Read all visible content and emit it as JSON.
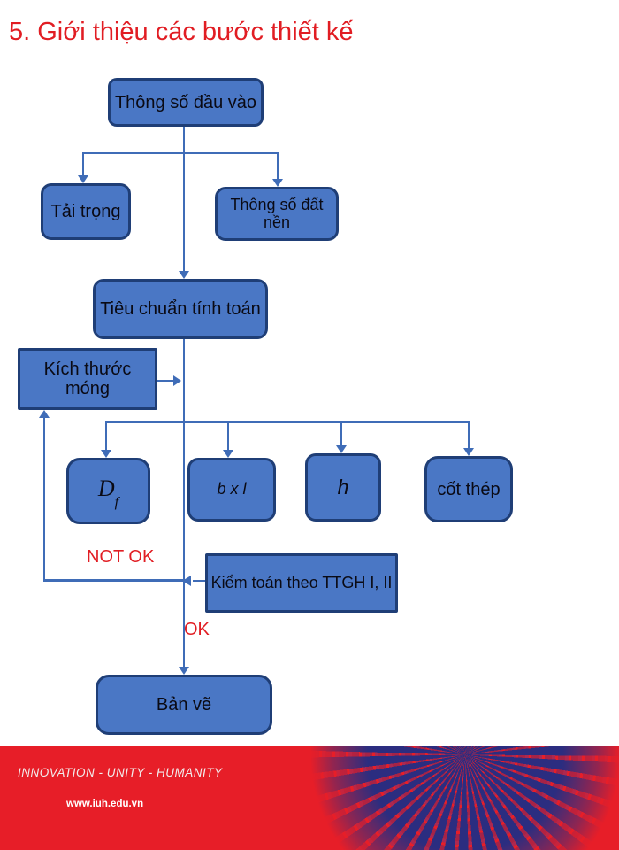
{
  "title": "5. Giới thiệu các bước thiết kế",
  "flowchart": {
    "nodes": {
      "input": {
        "label": "Thông số đầu vào"
      },
      "load": {
        "label": "Tải trọng"
      },
      "soil": {
        "label": "Thông số đất nền"
      },
      "standard": {
        "label": "Tiêu chuẩn tính toán"
      },
      "size": {
        "label": "Kích thước móng"
      },
      "df": {
        "main": "D",
        "sub": "f"
      },
      "bxl": {
        "label": "b x l"
      },
      "h": {
        "label": "h"
      },
      "steel": {
        "label": "cốt thép"
      },
      "check": {
        "label": "Kiểm toán theo TTGH I, II"
      },
      "drawing": {
        "label": "Bản vẽ"
      }
    },
    "labels": {
      "not_ok": "NOT OK",
      "ok": "OK"
    }
  },
  "footer": {
    "slogan": "INNOVATION - UNITY - HUMANITY",
    "website": "www.iuh.edu.vn"
  },
  "colors": {
    "title_red": "#e11d23",
    "footer_red": "#e71e28",
    "node_fill": "#4a77c5",
    "node_border": "#1f3e76",
    "connector_blue": "#3f6cb7",
    "pattern_navy": "#2b2d80"
  }
}
